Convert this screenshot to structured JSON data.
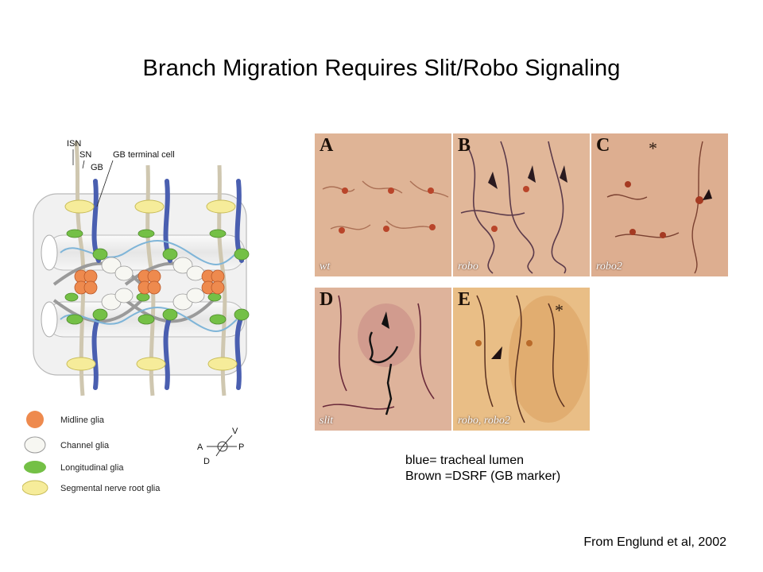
{
  "slide": {
    "title": "Branch Migration Requires Slit/Robo Signaling",
    "caption_line1": "blue= tracheal lumen",
    "caption_line2": "Brown =DSRF  (GB marker)",
    "source": "From Englund et al, 2002"
  },
  "schematic": {
    "labels": {
      "isn": "ISN",
      "sn": "SN",
      "gb": "GB",
      "gb_terminal": "GB terminal cell"
    },
    "legend": [
      {
        "label": "Midline glia",
        "color": "#ee8a4e"
      },
      {
        "label": "Channel glia",
        "color": "#f7f7f2"
      },
      {
        "label": "Longitudinal glia",
        "color": "#74c046"
      },
      {
        "label": "Segmental nerve root glia",
        "color": "#f6ec9a"
      }
    ],
    "axes": {
      "a": "A",
      "v": "V",
      "p": "P",
      "d": "D"
    }
  },
  "panels": [
    {
      "letter": "A",
      "label": "wt"
    },
    {
      "letter": "B",
      "label": "robo"
    },
    {
      "letter": "C",
      "label": "robo2"
    },
    {
      "letter": "D",
      "label": "slit"
    },
    {
      "letter": "E",
      "label": "robo, robo2"
    }
  ]
}
